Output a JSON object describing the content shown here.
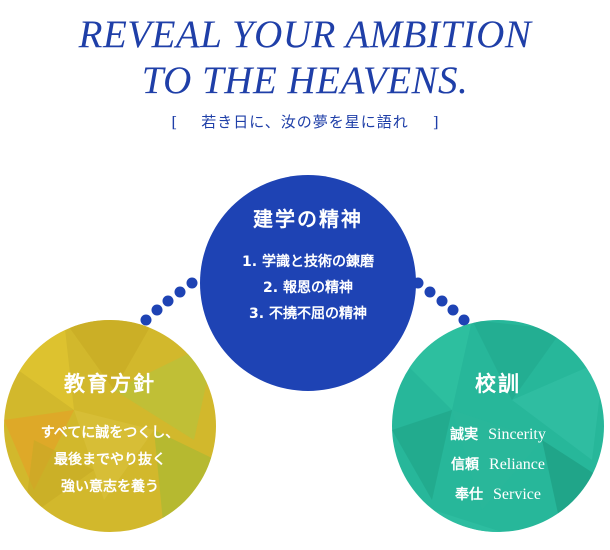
{
  "headline": {
    "line1": "REVEAL YOUR AMBITION",
    "line2": "TO THE HEAVENS."
  },
  "subtitle": {
    "open_bracket": "[",
    "text": "若き日に、汝の夢を星に語れ",
    "close_bracket": "]"
  },
  "founding_spirit": {
    "title": "建学の精神",
    "items": [
      "1. 学識と技術の錬磨",
      "2. 報恩の精神",
      "3. 不撓不屈の精神"
    ]
  },
  "education_policy": {
    "title": "教育方針",
    "lines": [
      "すべてに誠をつくし、",
      "最後までやり抜く",
      "強い意志を養う"
    ]
  },
  "motto": {
    "title": "校訓",
    "rows": [
      {
        "jp": "誠実",
        "en": "Sincerity"
      },
      {
        "jp": "信頼",
        "en": "Reliance"
      },
      {
        "jp": "奉仕",
        "en": "Service"
      }
    ]
  },
  "colors": {
    "brand_blue": "#1f3fa8",
    "founding_circle": "#1e43b4",
    "education_circle": "#d2b82c",
    "motto_circle": "#27b79a"
  }
}
